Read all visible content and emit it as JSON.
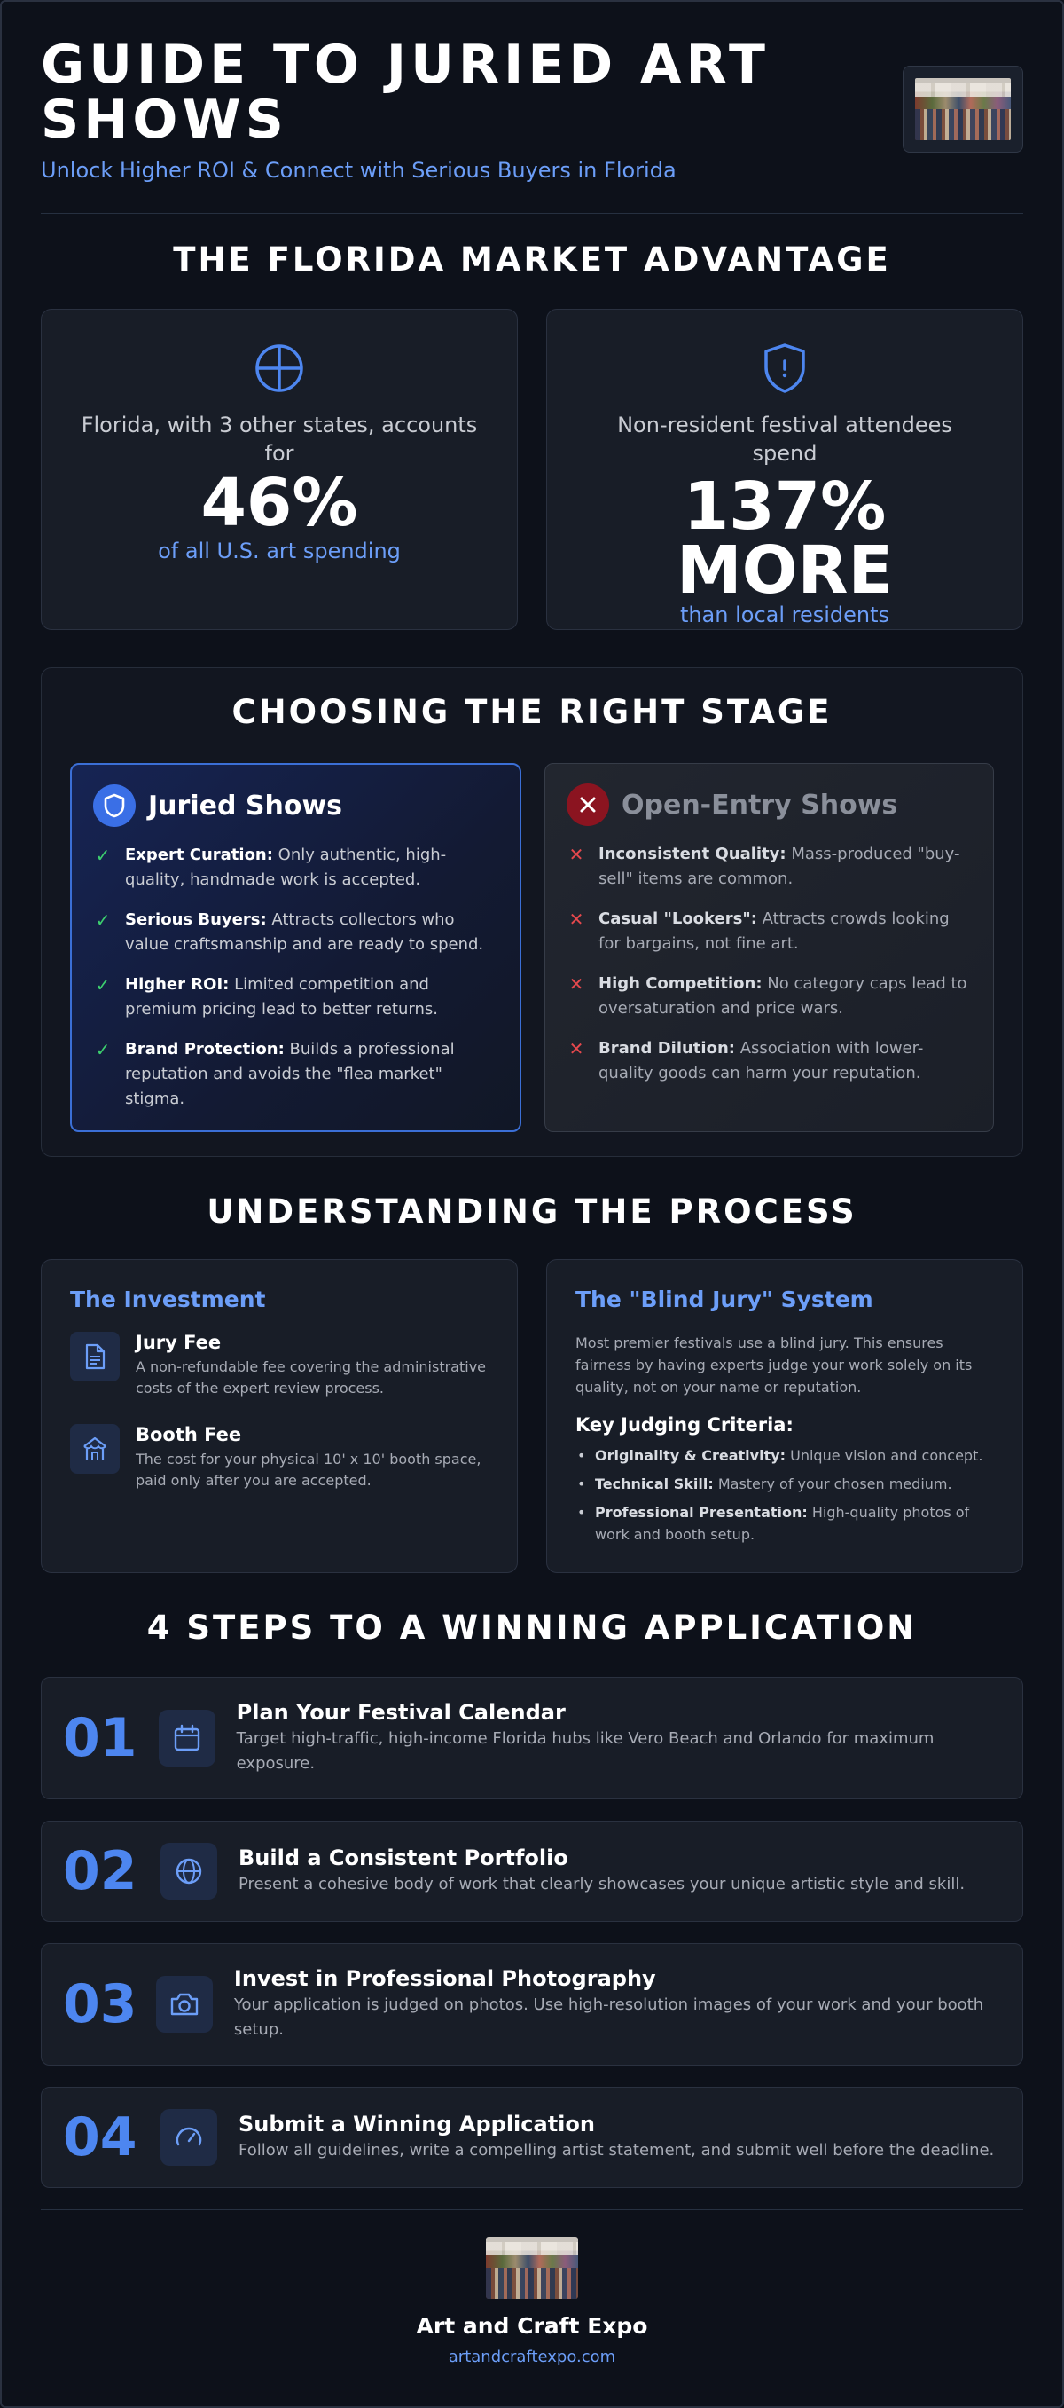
{
  "header": {
    "title": "GUIDE TO JURIED ART SHOWS",
    "subtitle": "Unlock Higher ROI & Connect with Serious Buyers in Florida"
  },
  "market": {
    "title": "THE FLORIDA MARKET ADVANTAGE",
    "cards": [
      {
        "icon": "crosshair-globe-icon",
        "lead": "Florida, with 3 other states, accounts for",
        "value": "46%",
        "tail": "of all U.S. art spending"
      },
      {
        "icon": "shield-alert-icon",
        "lead": "Non-resident festival attendees spend",
        "value": "137% MORE",
        "tail": "than local residents"
      }
    ]
  },
  "stage": {
    "title": "CHOOSING THE RIGHT STAGE",
    "juried": {
      "name": "Juried Shows",
      "items": [
        {
          "label": "Expert Curation:",
          "text": " Only authentic, high-quality, handmade work is accepted."
        },
        {
          "label": "Serious Buyers:",
          "text": " Attracts collectors who value craftsmanship and are ready to spend."
        },
        {
          "label": "Higher ROI:",
          "text": " Limited competition and premium pricing lead to better returns."
        },
        {
          "label": "Brand Protection:",
          "text": " Builds a professional reputation and avoids the \"flea market\" stigma."
        }
      ]
    },
    "open": {
      "name": "Open-Entry Shows",
      "items": [
        {
          "label": "Inconsistent Quality:",
          "text": " Mass-produced \"buy-sell\" items are common."
        },
        {
          "label": "Casual \"Lookers\":",
          "text": " Attracts crowds looking for bargains, not fine art."
        },
        {
          "label": "High Competition:",
          "text": " No category caps lead to oversaturation and price wars."
        },
        {
          "label": "Brand Dilution:",
          "text": " Association with lower-quality goods can harm your reputation."
        }
      ]
    }
  },
  "process": {
    "title": "UNDERSTANDING THE PROCESS",
    "investment": {
      "heading": "The Investment",
      "fees": [
        {
          "name": "Jury Fee",
          "desc": "A non-refundable fee covering the administrative costs of the expert review process."
        },
        {
          "name": "Booth Fee",
          "desc": "The cost for your physical 10' x 10' booth space, paid only after you are accepted."
        }
      ]
    },
    "jury": {
      "heading": "The \"Blind Jury\" System",
      "intro": "Most premier festivals use a blind jury. This ensures fairness by having experts judge your work solely on its quality, not on your name or reputation.",
      "criteria_title": "Key Judging Criteria:",
      "criteria": [
        {
          "label": "Originality & Creativity:",
          "text": " Unique vision and concept."
        },
        {
          "label": "Technical Skill:",
          "text": " Mastery of your chosen medium."
        },
        {
          "label": "Professional Presentation:",
          "text": " High-quality photos of work and booth setup."
        }
      ]
    }
  },
  "steps": {
    "title": "4 STEPS TO A WINNING APPLICATION",
    "items": [
      {
        "num": "01",
        "title": "Plan Your Festival Calendar",
        "desc": "Target high-traffic, high-income Florida hubs like Vero Beach and Orlando for maximum exposure."
      },
      {
        "num": "02",
        "title": "Build a Consistent Portfolio",
        "desc": "Present a cohesive body of work that clearly showcases your unique artistic style and skill."
      },
      {
        "num": "03",
        "title": "Invest in Professional Photography",
        "desc": "Your application is judged on photos. Use high-resolution images of your work and your booth setup."
      },
      {
        "num": "04",
        "title": "Submit a Winning Application",
        "desc": "Follow all guidelines, write a compelling artist statement, and submit well before the deadline."
      }
    ]
  },
  "footer": {
    "name": "Art and Craft Expo",
    "url": "artandcraftexpo.com"
  },
  "colors": {
    "background": "#0d111a",
    "accent": "#6c9ef8",
    "juried_border": "#3b6fd6",
    "check": "#3ccf6e",
    "cross": "#e5484d"
  }
}
